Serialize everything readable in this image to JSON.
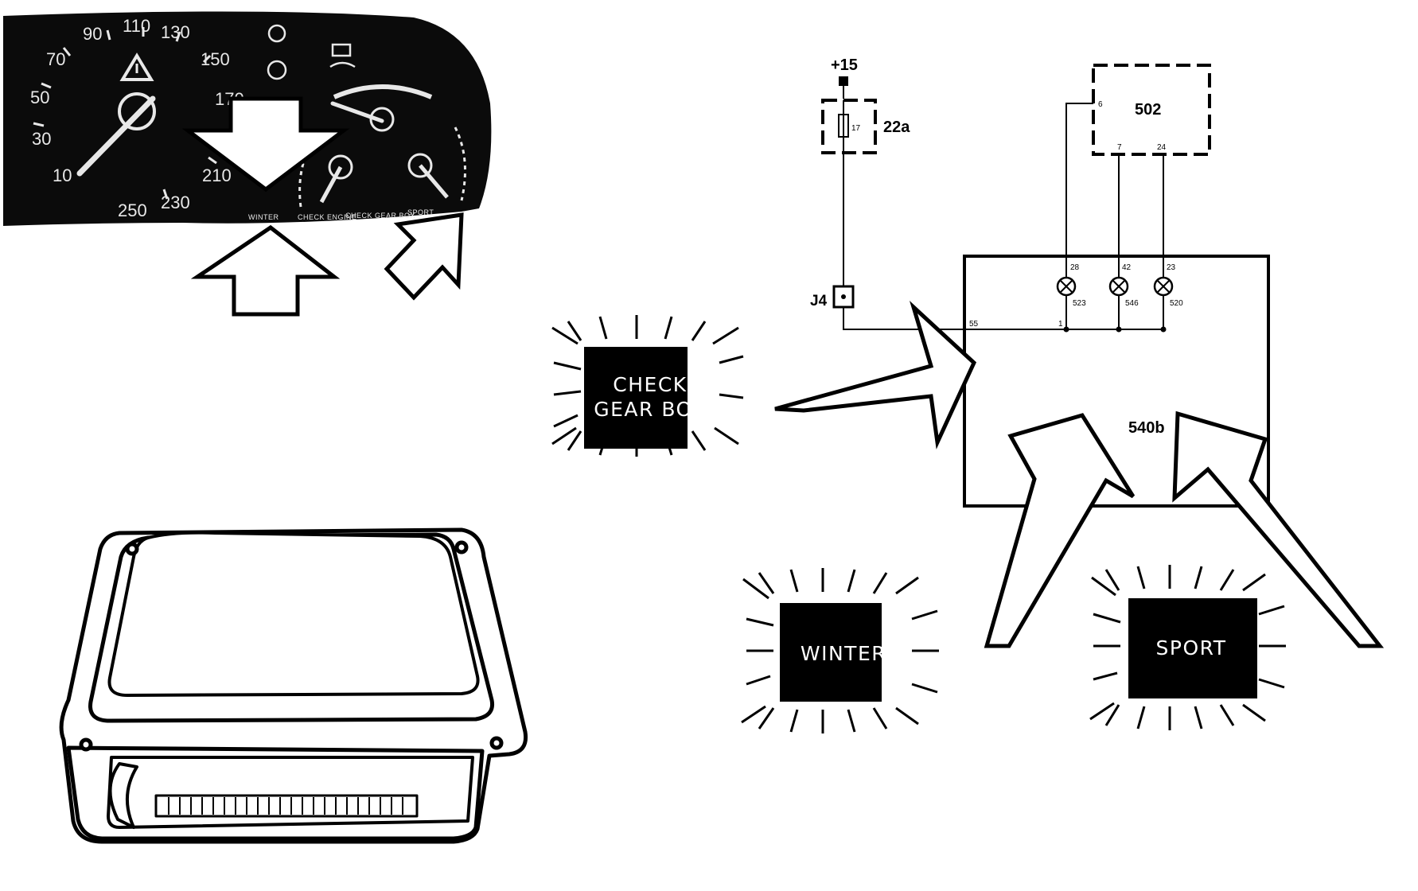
{
  "colors": {
    "ink": "#000000",
    "paper": "#ffffff",
    "panel": "#0b0b0b",
    "dial_text": "#e8e8e8"
  },
  "cluster": {
    "speed_ticks": [
      "90",
      "110",
      "130",
      "150",
      "170",
      "70",
      "50",
      "30",
      "10",
      "210",
      "230",
      "250"
    ],
    "lamp_labels": [
      "WINTER",
      "CHECK ENGINE",
      "CHECK GEAR BOX",
      "SPORT"
    ]
  },
  "indicators": {
    "check_gearbox": {
      "line1": "CHECK",
      "line2": "GEAR BOX"
    },
    "winter": {
      "label": "WINTER"
    },
    "sport": {
      "label": "SPORT"
    }
  },
  "schematic": {
    "supply": "+15",
    "fuse_component": "22a",
    "fuse_number": "17",
    "connector": "J4",
    "module_502": "502",
    "module_502_pins": [
      "6",
      "7",
      "24"
    ],
    "module_540b": "540b",
    "pin_55": "55",
    "pin_1": "1",
    "lamps": [
      {
        "pin": "28",
        "id": "523"
      },
      {
        "pin": "42",
        "id": "546"
      },
      {
        "pin": "23",
        "id": "520"
      }
    ]
  }
}
